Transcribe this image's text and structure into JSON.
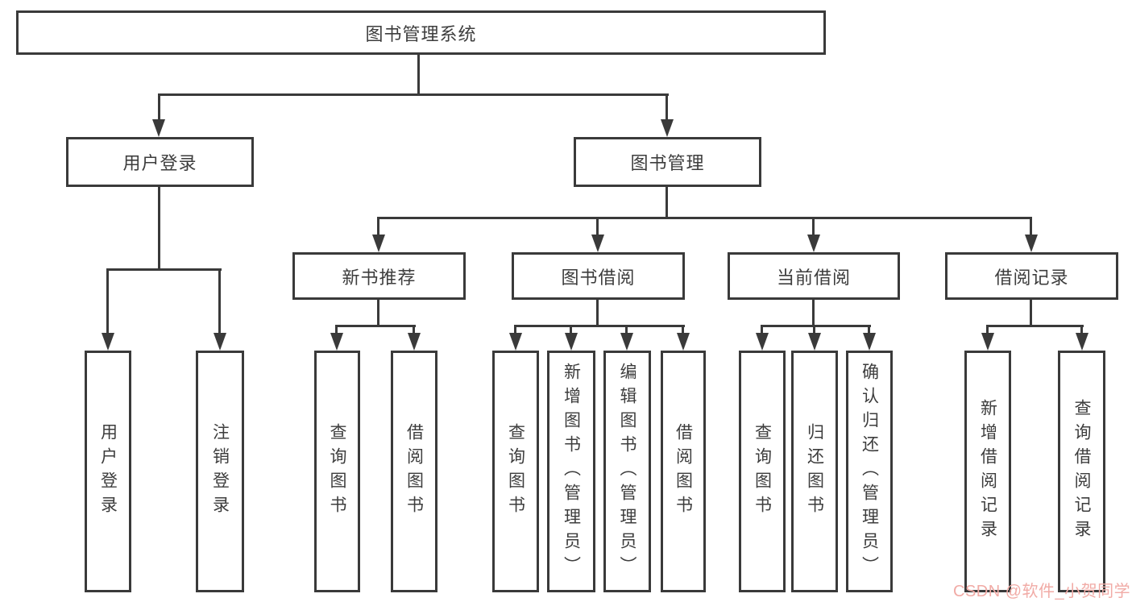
{
  "diagram": {
    "title": "图书管理系统",
    "line_color": "#3a3a3a",
    "watermark_color": "#f1aba6"
  },
  "nodes": {
    "root": {
      "label": "图书管理系统"
    },
    "user_login": {
      "label": "用户登录"
    },
    "book_mgmt": {
      "label": "图书管理"
    },
    "new_book_rec": {
      "label": "新书推荐"
    },
    "book_borrow": {
      "label": "图书借阅"
    },
    "current_borrow": {
      "label": "当前借阅"
    },
    "borrow_records": {
      "label": "借阅记录"
    },
    "leaf_user_login": {
      "label": "用户登录"
    },
    "leaf_logout": {
      "label": "注销登录"
    },
    "leaf_query_book_1": {
      "label": "查询图书"
    },
    "leaf_borrow_book_1": {
      "label": "借阅图书"
    },
    "leaf_query_book_2": {
      "label": "查询图书"
    },
    "leaf_add_book": {
      "label": "新增图书（管理员）"
    },
    "leaf_edit_book": {
      "label": "编辑图书（管理员）"
    },
    "leaf_borrow_book_2": {
      "label": "借阅图书"
    },
    "leaf_query_book_3": {
      "label": "查询图书"
    },
    "leaf_return_book": {
      "label": "归还图书"
    },
    "leaf_confirm_return": {
      "label": "确认归还（管理员）"
    },
    "leaf_add_record": {
      "label": "新增借阅记录"
    },
    "leaf_query_record": {
      "label": "查询借阅记录"
    }
  },
  "watermark": {
    "text": "CSDN @软件_小贺同学"
  }
}
